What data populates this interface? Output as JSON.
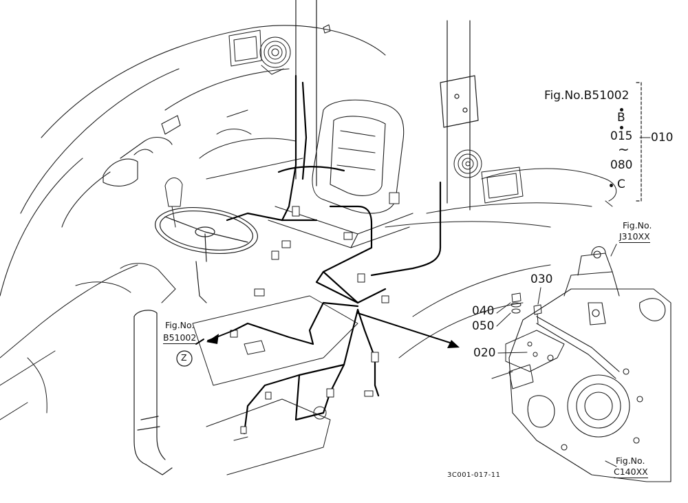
{
  "ref_group": {
    "fig": "Fig.No.B51002",
    "b": "B",
    "start": "015",
    "tilde": "~",
    "end": "080",
    "c": "C",
    "group": "010"
  },
  "ref_j310": {
    "line1": "Fig.No.",
    "line2": "J310XX"
  },
  "ref_b51002": {
    "line1": "Fig.No.",
    "line2": "B51002",
    "circle": "Z"
  },
  "ref_c140": {
    "line1": "Fig.No.",
    "line2": "C140XX"
  },
  "parts": {
    "p030": "030",
    "p040": "040",
    "p050": "050",
    "p020": "020"
  },
  "drawing_code": "3C001-017-11"
}
